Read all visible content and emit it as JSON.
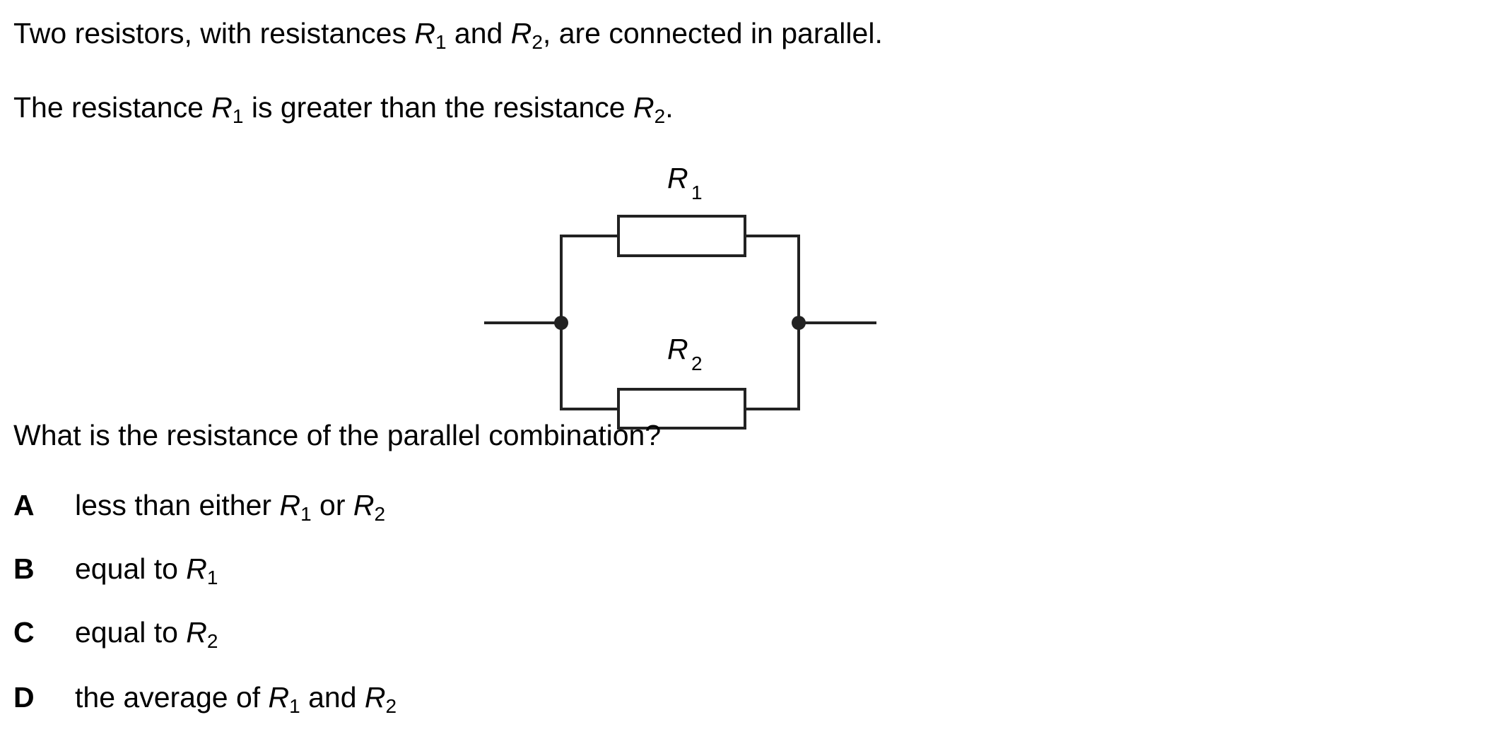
{
  "stem": {
    "line1": {
      "a": "Two resistors, with resistances ",
      "r1": "R",
      "s1": "1",
      "b": " and ",
      "r2": "R",
      "s2": "2",
      "c": ", are connected in parallel."
    },
    "line2": {
      "a": "The resistance ",
      "r1": "R",
      "s1": "1",
      "b": " is greater than the resistance ",
      "r2": "R",
      "s2": "2",
      "c": "."
    }
  },
  "diagram": {
    "r1_label": "R",
    "r1_sub": "1",
    "r2_label": "R",
    "r2_sub": "2"
  },
  "question": "What is the resistance of the parallel combination?",
  "options": [
    {
      "letter": "A",
      "a": "less than either ",
      "r1": "R",
      "s1": "1",
      "b": " or ",
      "r2": "R",
      "s2": "2"
    },
    {
      "letter": "B",
      "a": "equal to ",
      "r1": "R",
      "s1": "1"
    },
    {
      "letter": "C",
      "a": "equal to ",
      "r1": "R",
      "s1": "2"
    },
    {
      "letter": "D",
      "a": "the average of ",
      "r1": "R",
      "s1": "1",
      "b": " and ",
      "r2": "R",
      "s2": "2"
    }
  ]
}
